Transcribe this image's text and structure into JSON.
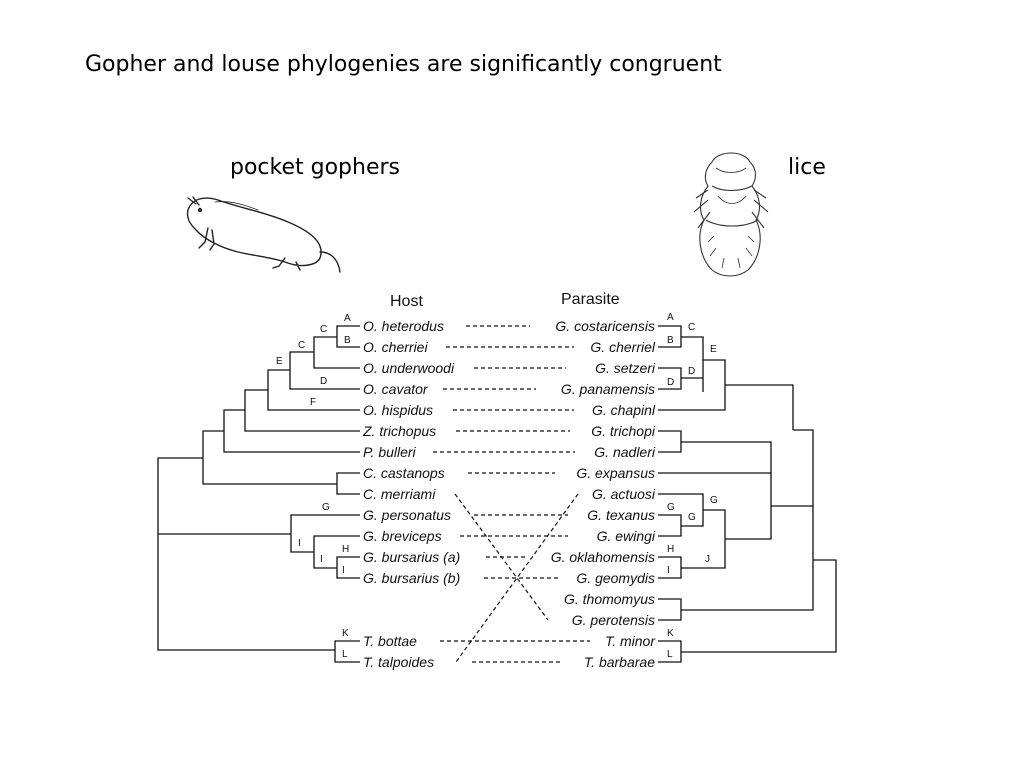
{
  "slide": {
    "title": "Gopher and louse phylogenies are significantly congruent",
    "gopher_label": "pocket gophers",
    "lice_label": "lice"
  },
  "figure": {
    "host_header": "Host",
    "parasite_header": "Parasite",
    "hosts": [
      "O. heterodus",
      "O. cherriei",
      "O. underwoodi",
      "O. cavator",
      "O. hispidus",
      "Z. trichopus",
      "P. bulleri",
      "C. castanops",
      "C. merriami",
      "G. personatus",
      "G. breviceps",
      "G. bursarius (a)",
      "G. bursarius (b)",
      "T. bottae",
      "T. talpoides"
    ],
    "parasites": [
      "G. costaricensis",
      "G. cherriel",
      "G. setzeri",
      "G. panamensis",
      "G. chapinl",
      "G. trichopi",
      "G. nadleri",
      "G. expansus",
      "G. actuosi",
      "G. texanus",
      "G. ewingi",
      "G. oklahomensis",
      "G. geomydis",
      "G. thomomyus",
      "G. perotensis",
      "T. minor",
      "T. barbarae"
    ],
    "host_node_letters": [
      "A",
      "B",
      "C",
      "C",
      "D",
      "E",
      "F",
      "G",
      "I",
      "I",
      "H",
      "I",
      "K",
      "L"
    ],
    "parasite_node_letters": [
      "A",
      "B",
      "C",
      "E",
      "D",
      "D",
      "G",
      "G",
      "G",
      "H",
      "I",
      "J",
      "K",
      "L"
    ]
  },
  "illustrations": {
    "left": "gopher-drawing",
    "right": "louse-drawing"
  }
}
